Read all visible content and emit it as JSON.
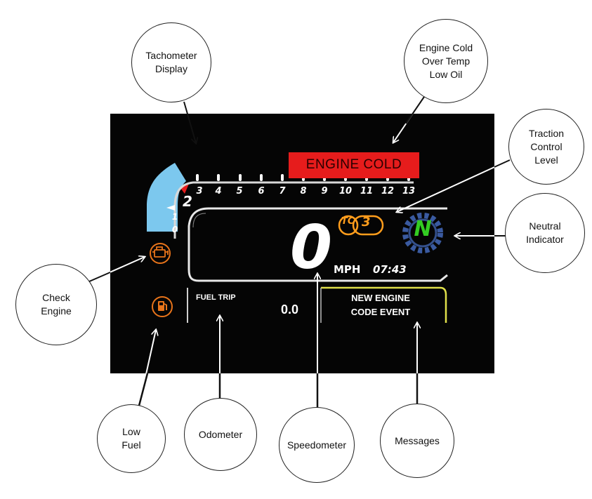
{
  "display": {
    "warning_message": "ENGINE COLD",
    "tach_ticks": [
      "3",
      "4",
      "5",
      "6",
      "7",
      "8",
      "9",
      "10",
      "11",
      "12",
      "13"
    ],
    "tach_low_labels": [
      "2",
      "1",
      "0"
    ],
    "speed": "0",
    "speed_unit": "MPH",
    "clock": "07:43",
    "traction_control_badge": "TC",
    "traction_control_level": "3",
    "gear": "N",
    "trip_label": "FUEL TRIP",
    "trip_value": "0.0",
    "message_line1": "NEW ENGINE",
    "message_line2": "CODE EVENT",
    "check_engine_icon": "check-engine-icon",
    "low_fuel_icon": "fuel-pump-icon"
  },
  "colors": {
    "warning": "#e61c1c",
    "tach_fill": "#7cc8ee",
    "indicator_orange": "#e8741a",
    "tc_orange": "#ff9d1c",
    "neutral_green": "#33cc22",
    "gear_ring": "#3a5aa0",
    "message_border": "#e0e04a"
  },
  "callouts": {
    "tachometer": "Tachometer\nDisplay",
    "engine_cold": "Engine Cold\nOver Temp\nLow Oil",
    "traction_control": "Traction\nControl\nLevel",
    "neutral": "Neutral\nIndicator",
    "check_engine": "Check\nEngine",
    "low_fuel": "Low\nFuel",
    "odometer": "Odometer",
    "speedometer": "Speedometer",
    "messages": "Messages"
  }
}
